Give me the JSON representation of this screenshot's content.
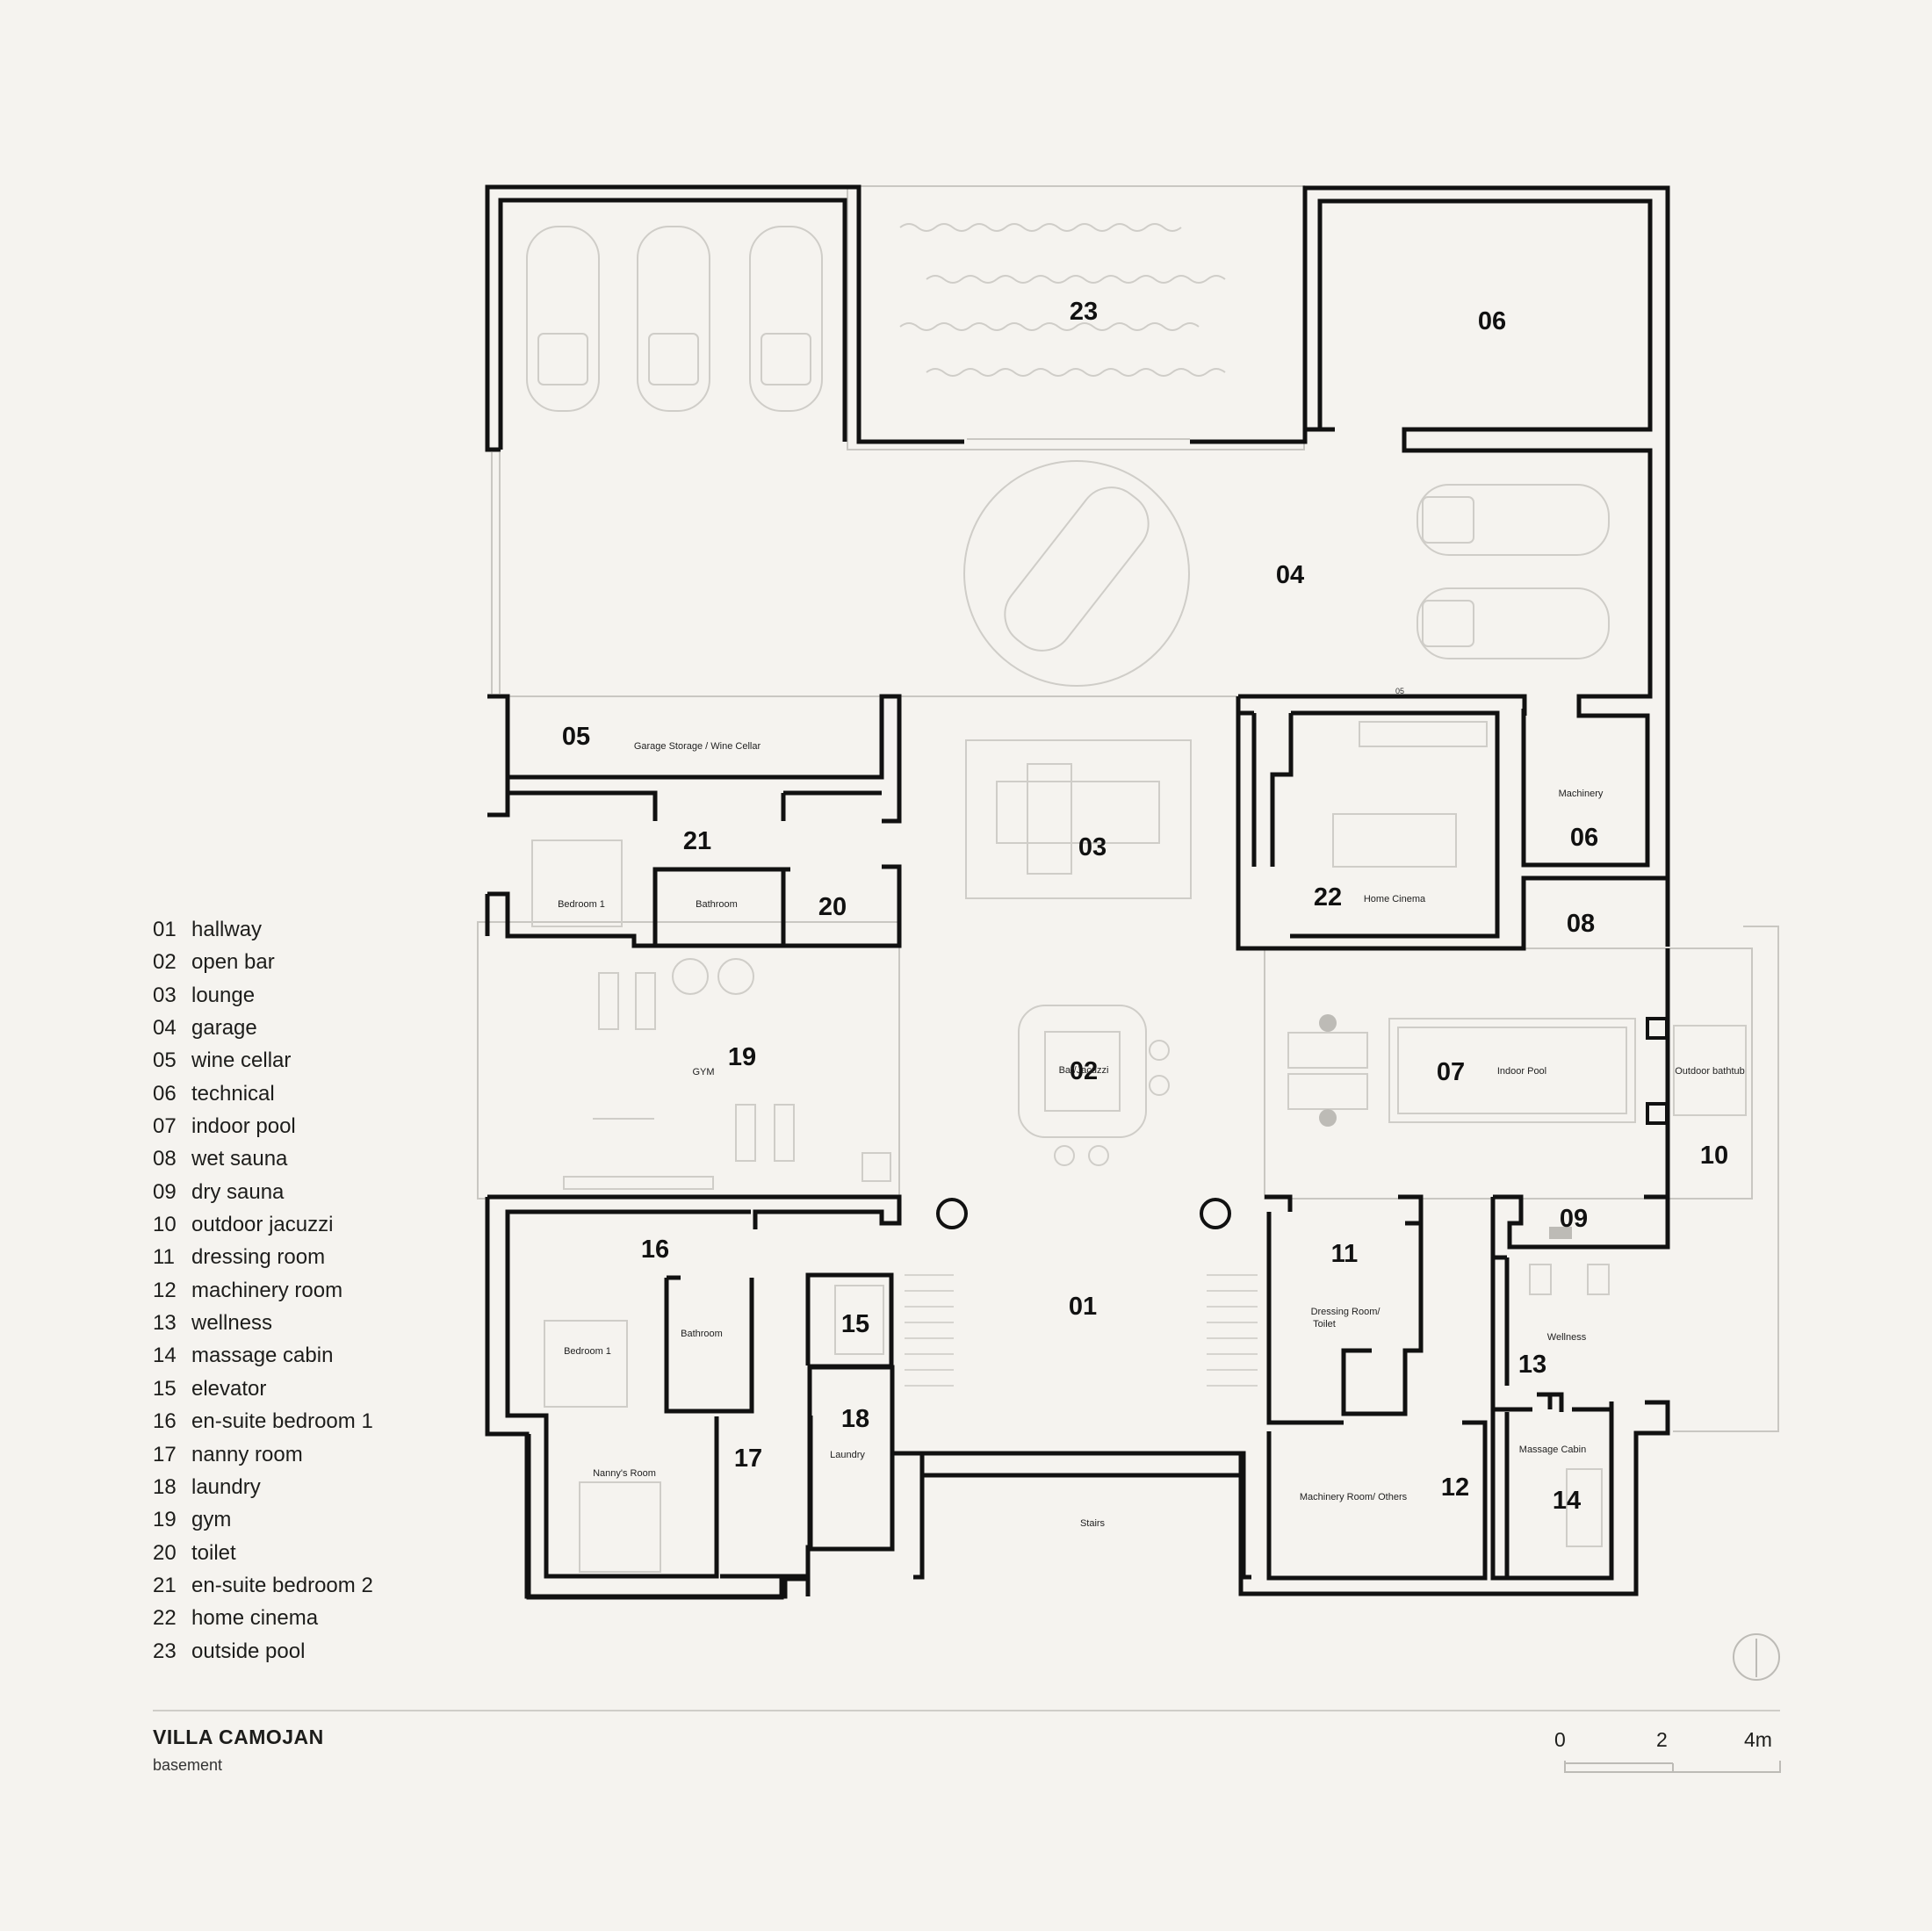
{
  "title": "VILLA CAMOJAN",
  "subtitle": "basement",
  "legend": [
    {
      "code": "01",
      "name": "hallway"
    },
    {
      "code": "02",
      "name": "open bar"
    },
    {
      "code": "03",
      "name": "lounge"
    },
    {
      "code": "04",
      "name": "garage"
    },
    {
      "code": "05",
      "name": "wine cellar"
    },
    {
      "code": "06",
      "name": "technical"
    },
    {
      "code": "07",
      "name": "indoor pool"
    },
    {
      "code": "08",
      "name": "wet sauna"
    },
    {
      "code": "09",
      "name": "dry sauna"
    },
    {
      "code": "10",
      "name": "outdoor jacuzzi"
    },
    {
      "code": "11",
      "name": "dressing room"
    },
    {
      "code": "12",
      "name": "machinery room"
    },
    {
      "code": "13",
      "name": "wellness"
    },
    {
      "code": "14",
      "name": "massage cabin"
    },
    {
      "code": "15",
      "name": "elevator"
    },
    {
      "code": "16",
      "name": "en-suite bedroom 1"
    },
    {
      "code": "17",
      "name": "nanny room"
    },
    {
      "code": "18",
      "name": "laundry"
    },
    {
      "code": "19",
      "name": "gym"
    },
    {
      "code": "20",
      "name": "toilet"
    },
    {
      "code": "21",
      "name": "en-suite bedroom 2"
    },
    {
      "code": "22",
      "name": "home cinema"
    },
    {
      "code": "23",
      "name": "outside pool"
    }
  ],
  "room_numbers": {
    "n23": "23",
    "n06a": "06",
    "n04": "04",
    "n05": "05",
    "n06b": "06",
    "n03": "03",
    "n21": "21",
    "n20": "20",
    "n22": "22",
    "n08": "08",
    "n19": "19",
    "n02": "02",
    "n07": "07",
    "n10": "10",
    "n16": "16",
    "n01": "01",
    "n11": "11",
    "n09": "09",
    "n15": "15",
    "n13": "13",
    "n18": "18",
    "n17": "17",
    "n12": "12",
    "n14": "14"
  },
  "room_labels": {
    "garage_storage": "Garage Storage / Wine Cellar",
    "machinery_top": "Machinery",
    "home_cinema": "Home Cinema",
    "bedroom_upper": "Bedroom 1",
    "bathroom_upper": "Bathroom",
    "gym": "GYM",
    "bar_jacuzzi": "Bar/Jacuzzi",
    "indoor_pool": "Indoor Pool",
    "outdoor_bathtub": "Outdoor bathtub",
    "bedroom_lower": "Bedroom 1",
    "bathroom_lower": "Bathroom",
    "dressing_line1": "Dressing Room/",
    "dressing_line2": "Toilet",
    "wellness": "Wellness",
    "massage_cabin": "Massage Cabin",
    "nannys_room": "Nanny's Room",
    "laundry": "Laundry",
    "machinery_others": "Machinery Room/ Others",
    "stairs": "Stairs",
    "mark_05": "05"
  },
  "scale": {
    "zero": "0",
    "mid": "2",
    "end": "4m"
  }
}
